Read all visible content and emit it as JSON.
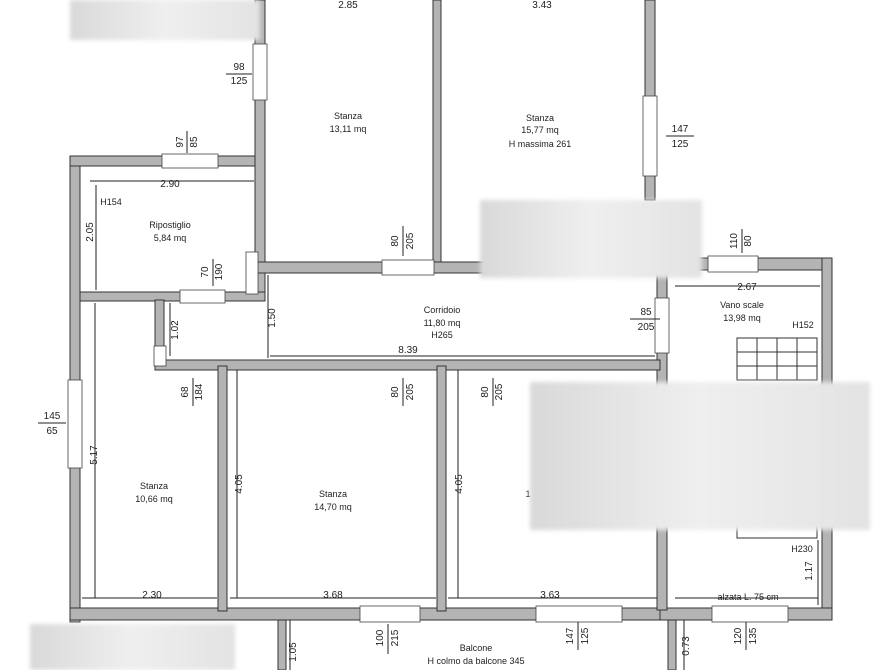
{
  "rooms": {
    "stanza_top_left": {
      "name": "Stanza",
      "area": "13,11 mq"
    },
    "stanza_top_right": {
      "name": "Stanza",
      "area": "15,77 mq",
      "note": "H massima 261"
    },
    "ripostiglio": {
      "name": "Ripostiglio",
      "area": "5,84 mq"
    },
    "corridoio": {
      "name": "Corridoio",
      "area": "11,80 mq",
      "note": "H265"
    },
    "vano_scale": {
      "name": "Vano scale",
      "area": "13,98 mq",
      "note": "H152"
    },
    "stanza_bot_left": {
      "name": "Stanza",
      "area": "10,66 mq"
    },
    "stanza_bot_mid": {
      "name": "Stanza",
      "area": "14,70 mq"
    },
    "stanza_bot_right": {
      "name": "1"
    },
    "balcone": {
      "name": "Balcone",
      "note": "H colmo da balcone 345"
    }
  },
  "dimensions": {
    "top_left_width": "2.85",
    "top_right_width": "3.43",
    "rip_width": "2.90",
    "rip_height": "2.05",
    "rip_h": "H154",
    "corridor_len": "8.39",
    "corridor_h": "1.50",
    "passage_h": "1.02",
    "left_room_h": "5.17",
    "mid_h_a": "4.05",
    "mid_h_b": "4.05",
    "bot_w_1": "2.30",
    "bot_w_2": "3.68",
    "bot_w_3": "3.63",
    "stair_w": "2.67",
    "stair_h1": "1.17",
    "stair_h2": "H230",
    "stair_note": "alzata L. 75 cm",
    "balc_h": "1.05",
    "balc_h2": "0.73"
  },
  "openings": {
    "w1": [
      "98",
      "125"
    ],
    "w2": [
      "97",
      "85"
    ],
    "w3": [
      "147",
      "125"
    ],
    "d1": [
      "80",
      "205"
    ],
    "w4": [
      "110",
      "80"
    ],
    "d2": [
      "85",
      "205"
    ],
    "w5": [
      "70",
      "190"
    ],
    "d3": [
      "68",
      "184"
    ],
    "d4": [
      "80",
      "205"
    ],
    "d5": [
      "80",
      "205"
    ],
    "w6": [
      "145",
      "65"
    ],
    "d6": [
      "100",
      "215"
    ],
    "w7": [
      "147",
      "125"
    ],
    "w8": [
      "120",
      "135"
    ]
  },
  "colors": {
    "wall": "#b4b4b4",
    "wall_edge": "#333333",
    "line": "#222222"
  }
}
